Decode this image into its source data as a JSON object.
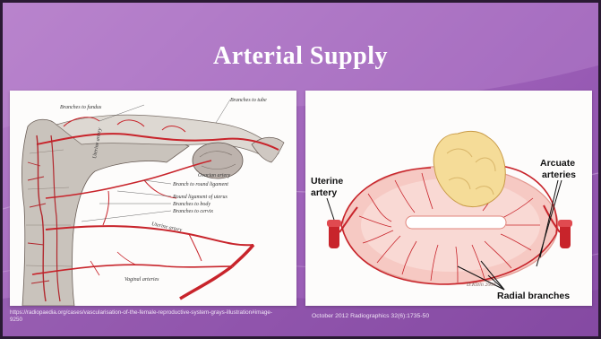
{
  "slide": {
    "title": "Arterial Supply",
    "left_figure": {
      "labels": {
        "branches_to_fundus": "Branches to fundus",
        "branches_to_tube": "Branches to tube",
        "uterine_artery": "Uterine artery",
        "branch_to_round_ligament": "Branch to round ligament",
        "round_ligament_of_uterus": "Round ligament of uterus",
        "branches_to_body": "Branches to body",
        "branches_to_cervix": "Branches to cervix",
        "uterine_artery_lower": "Uterine artery",
        "vaginal_arteries": "Vaginal arteries",
        "ovarian_artery": "Ovarian artery"
      },
      "caption": "https://radiopaedia.org/cases/vascularisation-of-the-female-reproductive-system-grays-illustration#image-9250"
    },
    "right_figure": {
      "labels": {
        "uterine_artery": "Uterine artery",
        "arcuate_arteries": "Arcuate arteries",
        "radial_branches": "Radial branches",
        "signature": "D.Klein 2000"
      },
      "caption": "October 2012 Radiographics 32(6):1735-50"
    },
    "colors": {
      "background": "#a66cbf",
      "artery_red": "#c8242b",
      "uterus_pink": "#f6c9c3",
      "fibroid_yellow": "#f5dc98"
    }
  }
}
